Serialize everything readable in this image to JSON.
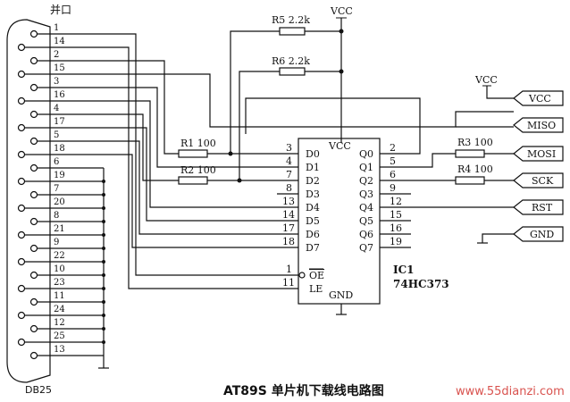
{
  "title": "AT89S 单片机下载线电路图",
  "watermark": "www.55dianzi.com",
  "connector": {
    "name": "DB25",
    "top_label": "并口",
    "pins_left": [
      "1",
      "2",
      "3",
      "4",
      "5",
      "6",
      "7",
      "8",
      "9",
      "10",
      "11",
      "12",
      "13"
    ],
    "pins_right": [
      "14",
      "15",
      "16",
      "17",
      "18",
      "19",
      "20",
      "21",
      "22",
      "23",
      "24",
      "25"
    ]
  },
  "resistors": {
    "r5": "R5 2.2k",
    "r6": "R6 2.2k",
    "r1": "R1 100",
    "r2": "R2 100",
    "r3": "R3 100",
    "r4": "R4 100"
  },
  "ic": {
    "ref": "IC1",
    "part": "74HC373",
    "vcc": "VCC",
    "gnd": "GND",
    "left_pins": [
      {
        "num": "3",
        "name": "D0"
      },
      {
        "num": "4",
        "name": "D1"
      },
      {
        "num": "7",
        "name": "D2"
      },
      {
        "num": "8",
        "name": "D3"
      },
      {
        "num": "13",
        "name": "D4"
      },
      {
        "num": "14",
        "name": "D5"
      },
      {
        "num": "17",
        "name": "D6"
      },
      {
        "num": "18",
        "name": "D7"
      },
      {
        "num": "1",
        "name": "OE"
      },
      {
        "num": "11",
        "name": "LE"
      }
    ],
    "right_pins": [
      {
        "num": "2",
        "name": "Q0"
      },
      {
        "num": "5",
        "name": "Q1"
      },
      {
        "num": "6",
        "name": "Q2"
      },
      {
        "num": "9",
        "name": "Q3"
      },
      {
        "num": "12",
        "name": "Q4"
      },
      {
        "num": "15",
        "name": "Q5"
      },
      {
        "num": "16",
        "name": "Q6"
      },
      {
        "num": "19",
        "name": "Q7"
      }
    ]
  },
  "power": {
    "vcc_top": "VCC",
    "vcc_right": "VCC"
  },
  "signals": [
    "VCC",
    "MISO",
    "MOSI",
    "SCK",
    "RST",
    "GND"
  ]
}
